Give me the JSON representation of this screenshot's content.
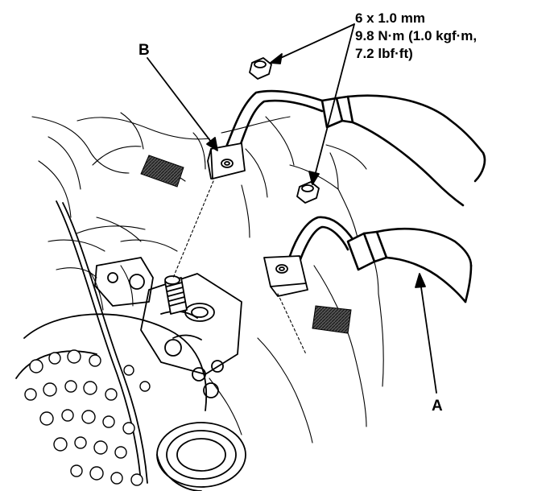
{
  "spec": {
    "line1": "6 x 1.0 mm",
    "line2": "9.8 N·m (1.0 kgf·m,",
    "line3": "7.2 lbf·ft)"
  },
  "callouts": {
    "a": "A",
    "b": "B"
  },
  "colors": {
    "ink": "#000000",
    "paper": "#ffffff",
    "hatch_patch": "#444444"
  }
}
